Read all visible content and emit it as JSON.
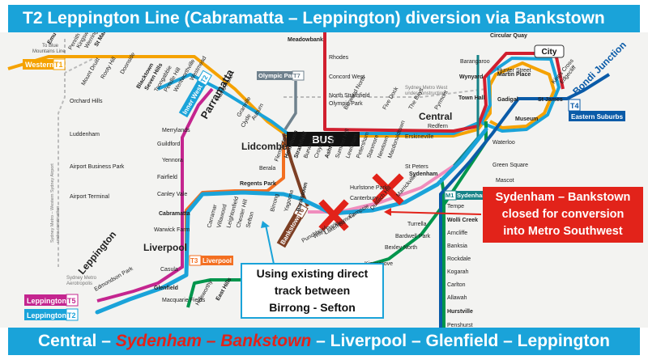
{
  "title": "T2 Leppington Line (Cabramatta – Leppington) diversion via Bankstown",
  "footer": {
    "part1": "Central – ",
    "highlight": "Sydenham – Bankstown",
    "part2": " – Liverpool – Glenfield – Leppington"
  },
  "callouts": {
    "closed": [
      "Sydenham – Bankstown",
      "closed for conversion",
      "into Metro Southwest"
    ],
    "existing_track": [
      "Using existing direct",
      "track between",
      "Birrong - Sefton"
    ]
  },
  "bus_label": "BUS",
  "colors": {
    "banner": "#1aa3d9",
    "t1": "#f5a200",
    "t2": "#1aa3d9",
    "t3": "#f36f21",
    "t4": "#0a5ba8",
    "t5": "#c4258f",
    "t6": "#7d3f24",
    "t7": "#6f818d",
    "t8": "#00954c",
    "t9": "#d11f2f",
    "metro": "#168388",
    "closed": "#e2231a"
  },
  "line_badges": [
    {
      "name": "Western",
      "code": "T1"
    },
    {
      "name": "Inner West",
      "code": "T2"
    },
    {
      "name": "Olympic Park",
      "code": "T7"
    },
    {
      "name": "Liverpool",
      "code": "T3"
    },
    {
      "name": "Bankstown",
      "code": "T6"
    },
    {
      "name": "Leppington",
      "code": "T5"
    },
    {
      "name": "Leppington",
      "code": "T2"
    },
    {
      "name": "Eastern Suburbs",
      "code": "T4"
    },
    {
      "name": "Sydenham",
      "code": "M1"
    }
  ],
  "city_label": "City",
  "bondi_label": "Bondi Junction",
  "area_labels": {
    "to_blue_mountains": [
      "To Blue",
      "Mountains Line"
    ],
    "sydney_metro_west": [
      "Sydney Metro West",
      "under construction"
    ],
    "airport_metro": [
      "Sydney Metro – Western Sydney Airport",
      "under construction"
    ],
    "airport_metro_lower": [
      "Sydney Metro",
      "Aerotropolis"
    ]
  },
  "stations": {
    "west": [
      "Emu",
      "Penrith",
      "Kingswood",
      "Werrington",
      "St Marys",
      "Mount Druitt",
      "Rooty Hill",
      "Doonside",
      "Blacktown",
      "Seven Hills",
      "Toongabbie",
      "Pendle Hill",
      "Wentworthville",
      "Westmead",
      "Parramatta",
      "Harris Park"
    ],
    "airport": [
      "Orchard Hills",
      "Luddenham",
      "Airport Business Park",
      "Airport Terminal"
    ],
    "inner_west": [
      "Lidcombe",
      "Flemington",
      "Homebush",
      "Strathfield",
      "Burwood",
      "Croydon",
      "Ashfield",
      "Summer Hill",
      "Lewisham",
      "Petersham",
      "Stanmore",
      "Newtown",
      "Macdonaldtown",
      "Erskineville",
      "St Peters",
      "Sydenham",
      "Redfern",
      "Central"
    ],
    "t3_west": [
      "Merrylands",
      "Guildford",
      "Yennora",
      "Fairfield",
      "Canley Vale",
      "Cabramatta",
      "Warwick Farm",
      "Liverpool",
      "Casula",
      "Glenfield",
      "Macquarie Fields"
    ],
    "t3_south": [
      "Carramar",
      "Villawood",
      "Leightonfield",
      "Chester Hill",
      "Sefton",
      "Birrong",
      "Yagoona",
      "Bankstown",
      "Regents Park",
      "Berala",
      "Granville",
      "Clyde",
      "Auburn"
    ],
    "bankstown_line": [
      "Punchbowl",
      "Wiley Park",
      "Lakemba",
      "Belmore",
      "Campsie",
      "Canterbury",
      "Hurlstone Park",
      "Dulwich Hill",
      "Marrickville"
    ],
    "t8": [
      "Holsworthy",
      "East Hills",
      "Turrella",
      "Bardwell Park",
      "Bexley North",
      "Kingsgrove",
      "Tempe",
      "Wolli Creek",
      "Arncliffe",
      "Banksia",
      "Rockdale",
      "Kogarah",
      "Carlton",
      "Allawah",
      "Hurstville",
      "Penshurst",
      "Mascot",
      "Green Square",
      "Waterloo"
    ],
    "leppington": [
      "Leppington",
      "Edmondson Park"
    ],
    "north": [
      "Meadowbank",
      "Rhodes",
      "Concord West",
      "North Strathfield",
      "Olympic Park"
    ],
    "metro_west": [
      "Burwood North",
      "Five Dock",
      "The Bays",
      "Pyrmont"
    ],
    "city": [
      "Circular Quay",
      "Barangaroo",
      "Wynyard",
      "Martin Place",
      "Hunter Street",
      "Town Hall",
      "Gadigal",
      "St James",
      "Museum",
      "Kings Cross",
      "Edgecliff"
    ]
  }
}
